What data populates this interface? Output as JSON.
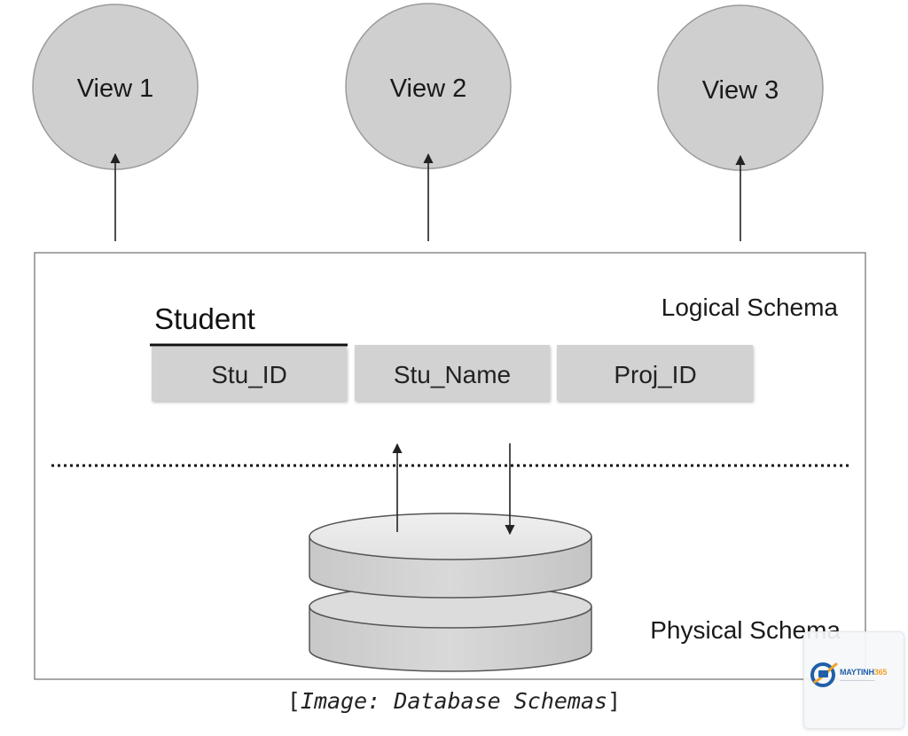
{
  "views": [
    {
      "label": "View 1"
    },
    {
      "label": "View 2"
    },
    {
      "label": "View 3"
    }
  ],
  "logical_schema": {
    "label": "Logical Schema",
    "table": {
      "name": "Student",
      "fields": [
        "Stu_ID",
        "Stu_Name",
        "Proj_ID"
      ]
    }
  },
  "physical_schema": {
    "label": "Physical Schema"
  },
  "caption": {
    "prefix": "[",
    "text": "Image: Database Schemas",
    "suffix": "]"
  },
  "watermark": {
    "brand_main": "MAYTINH",
    "brand_accent": "365"
  },
  "colors": {
    "view_fill": "#cfcfcf",
    "field_fill": "#d2d2d2",
    "disk_fill": "#d6d6d6",
    "line": "#333333",
    "box_border": "#8a8a8a",
    "brand_blue": "#1f5fa8",
    "brand_orange": "#f0a32a"
  }
}
